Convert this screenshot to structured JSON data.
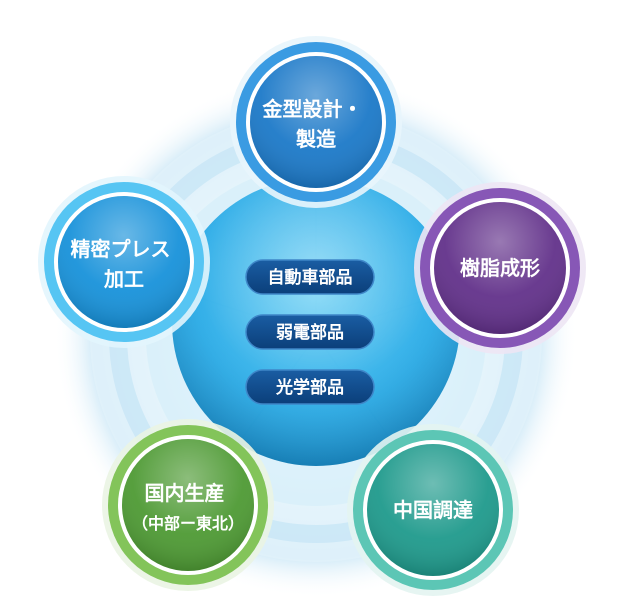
{
  "center": {
    "items": [
      {
        "label": "自動車部品"
      },
      {
        "label": "弱電部品"
      },
      {
        "label": "光学部品"
      }
    ]
  },
  "nodes": [
    {
      "id": "mold",
      "lines": [
        "金型設計・",
        "製造"
      ],
      "color": "#1c79c8",
      "rim": "#3a9be2"
    },
    {
      "id": "resin",
      "lines": [
        "樹脂成形"
      ],
      "color": "#62318a",
      "rim": "#8757b6"
    },
    {
      "id": "china",
      "lines": [
        "中国調達"
      ],
      "color": "#1f9a8c",
      "rim": "#5cc6b5"
    },
    {
      "id": "domestic",
      "lines": [
        "国内生産",
        "（中部ー東北）"
      ],
      "color": "#4e9a34",
      "rim": "#83c45a"
    },
    {
      "id": "press",
      "lines": [
        "精密プレス",
        "加工"
      ],
      "color": "#1892da",
      "rim": "#56c5f3"
    }
  ]
}
